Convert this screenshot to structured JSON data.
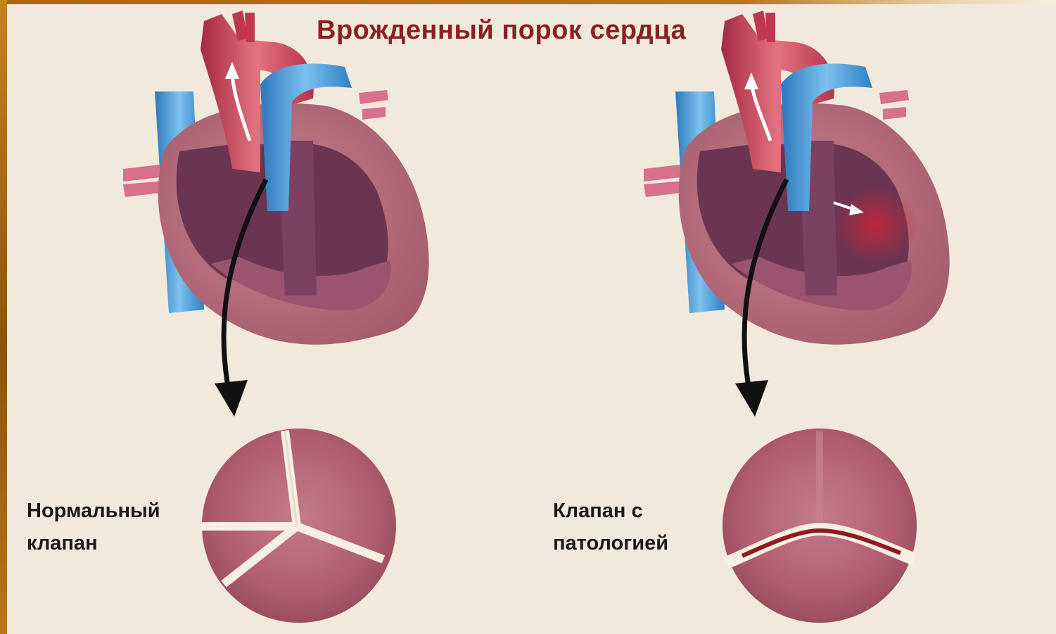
{
  "title": "Врожденный порок сердца",
  "labels": {
    "normal_line1": "Нормальный",
    "normal_line2": "клапан",
    "pathology_line1": "Клапан с",
    "pathology_line2": "патологией"
  },
  "colors": {
    "background": "#f1eadc",
    "title": "#8a1f24",
    "heart_muscle": "#b8707e",
    "heart_inner": "#5e3047",
    "artery_red": "#c93a4e",
    "vein_blue": "#3b8ed1",
    "valve": "#b35c6c"
  }
}
